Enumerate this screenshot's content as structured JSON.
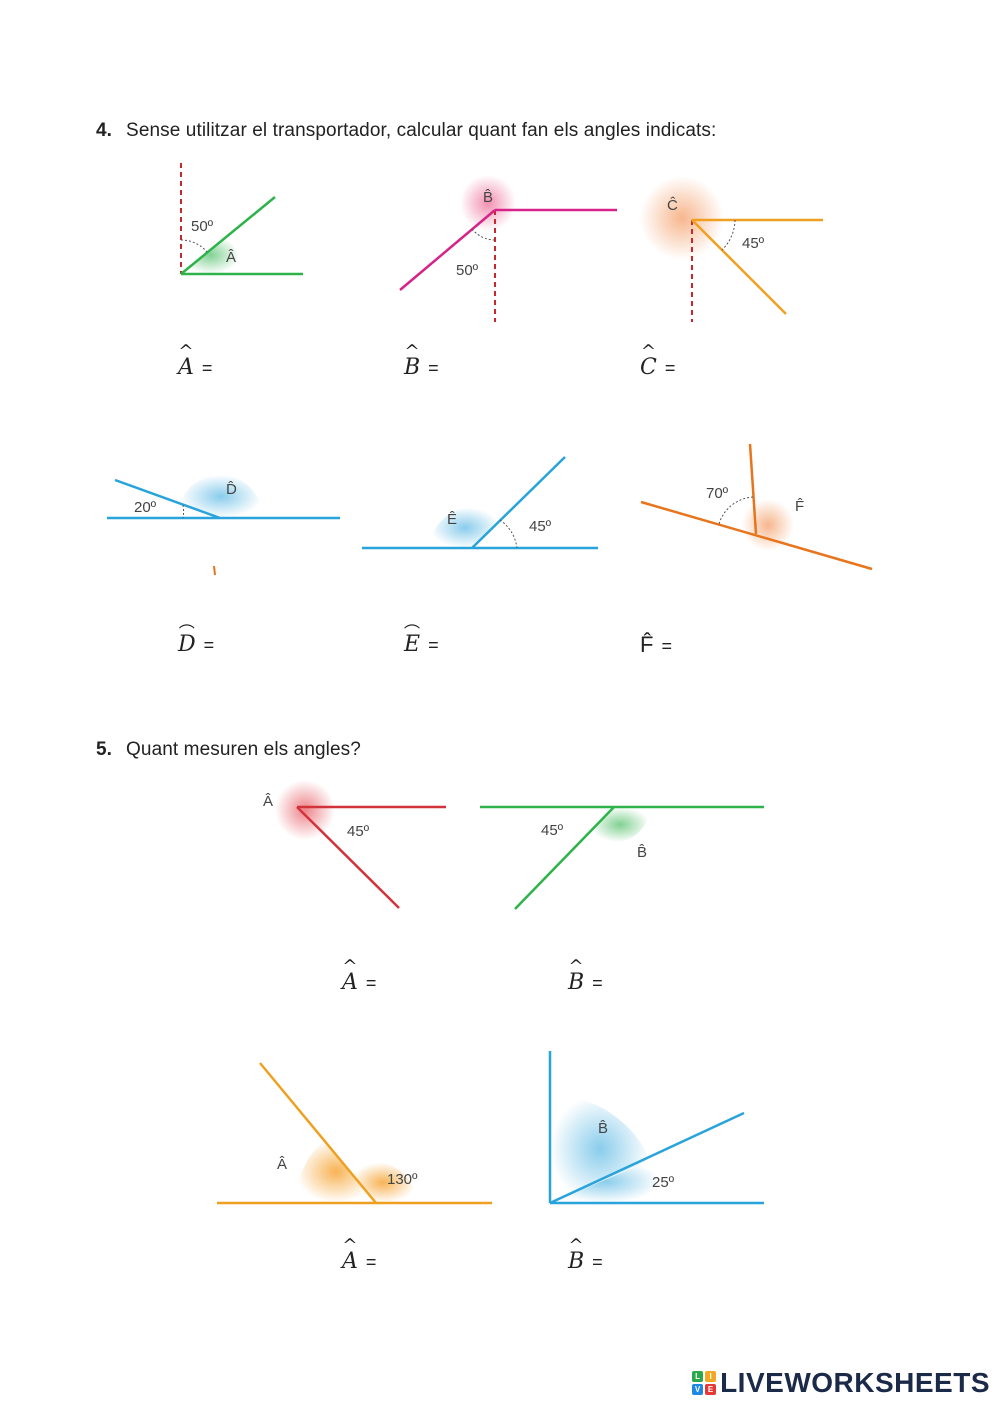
{
  "q4": {
    "num": "4.",
    "text": "Sense utilitzar el transportador, calcular quant fan els angles indicats:"
  },
  "q5": {
    "num": "5.",
    "text": "Quant mesuren els angles?"
  },
  "fig_labels": {
    "a_deg": "50º",
    "a_name": "Â",
    "b_deg": "50º",
    "b_name": "B̂",
    "c_deg": "45º",
    "c_name": "Ĉ",
    "d_deg": "20º",
    "d_name": "D̂",
    "e_deg": "45º",
    "e_name": "Ê",
    "f_deg": "70º",
    "f_name": "F̂",
    "q5a_deg": "45º",
    "q5a_name": "Â",
    "q5b_deg": "45º",
    "q5b_name": "B̂",
    "q5c_deg": "130º",
    "q5c_name": "Â",
    "q5d_deg": "25º",
    "q5d_name": "B̂"
  },
  "answers": {
    "a": "A",
    "b": "B",
    "c": "C",
    "d": "D",
    "e": "E",
    "f": "F̂",
    "q5a": "A",
    "q5b": "B",
    "q5c": "A",
    "q5d": "B",
    "eq": "="
  },
  "colors": {
    "green": "#2db34a",
    "magenta": "#d6238a",
    "orange": "#f0a020",
    "blue": "#29a3dc",
    "dark_orange": "#e8741c",
    "red": "#d2333a",
    "dashed_red": "#c8282d"
  },
  "logo": {
    "text": "LIVEWORKSHEETS"
  }
}
